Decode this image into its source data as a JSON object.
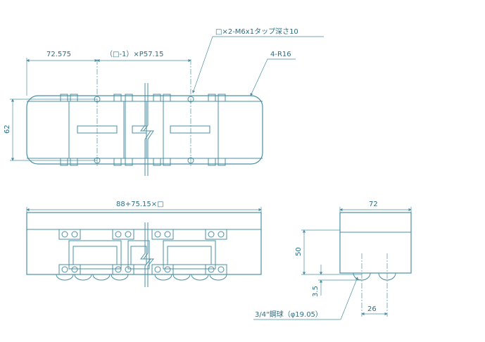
{
  "top_view": {
    "dim_edge": "72.575",
    "dim_pitch": "（□-1）×P57.15",
    "dim_height": "62",
    "callout_tap": "□×2-M6x1タップ深さ10",
    "callout_radius": "4-R16"
  },
  "front_view": {
    "dim_length": "88+75.15×□"
  },
  "side_view": {
    "dim_width": "72",
    "dim_height": "50",
    "dim_ball_offset": "3.5",
    "dim_ball_pitch": "26",
    "ball_callout": "3/4\"鋼球（φ19.05）"
  },
  "colors": {
    "line": "#4a8fa3",
    "text": "#2c6f83"
  }
}
